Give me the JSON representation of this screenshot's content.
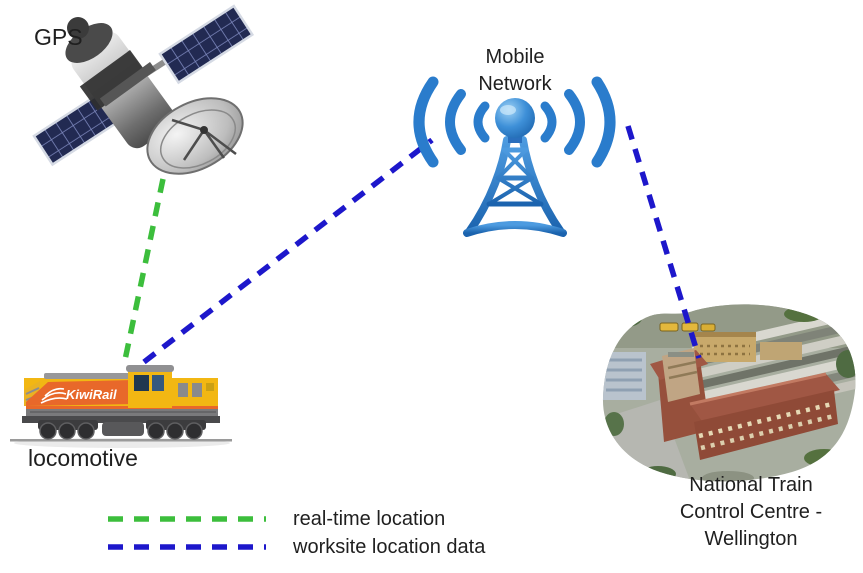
{
  "diagram": {
    "nodes": {
      "gps": {
        "label": "GPS"
      },
      "mobile_network": {
        "label": "Mobile Network",
        "lines": [
          "Mobile",
          "Network"
        ]
      },
      "locomotive": {
        "label": "locomotive",
        "brand_text": "KiwiRail"
      },
      "control_centre": {
        "label": "National Train Control Centre - Wellington",
        "lines": [
          "National Train",
          "Control Centre -",
          "Wellington"
        ]
      }
    },
    "links": [
      {
        "from": "gps",
        "to": "locomotive",
        "meaning": "real-time location",
        "color": "#3cbe3c",
        "style": "dashed"
      },
      {
        "from": "locomotive",
        "to": "mobile_network",
        "meaning": "worksite location data",
        "color": "#1d17cb",
        "style": "dashed"
      },
      {
        "from": "mobile_network",
        "to": "control_centre",
        "meaning": "worksite location data",
        "color": "#1d17cb",
        "style": "dashed"
      }
    ],
    "legend": [
      {
        "label": "real-time location",
        "color": "#3cbe3c",
        "style": "dashed"
      },
      {
        "label": "worksite location data",
        "color": "#1d17cb",
        "style": "dashed"
      }
    ]
  },
  "colors": {
    "realtime_green": "#3cbe3c",
    "worksite_blue": "#1d17cb",
    "tower_blue": "#2a7ccc",
    "kiwirail_yellow": "#f2b713",
    "kiwirail_orange": "#e8682a",
    "text": "#1f1f1f",
    "background": "#ffffff"
  }
}
